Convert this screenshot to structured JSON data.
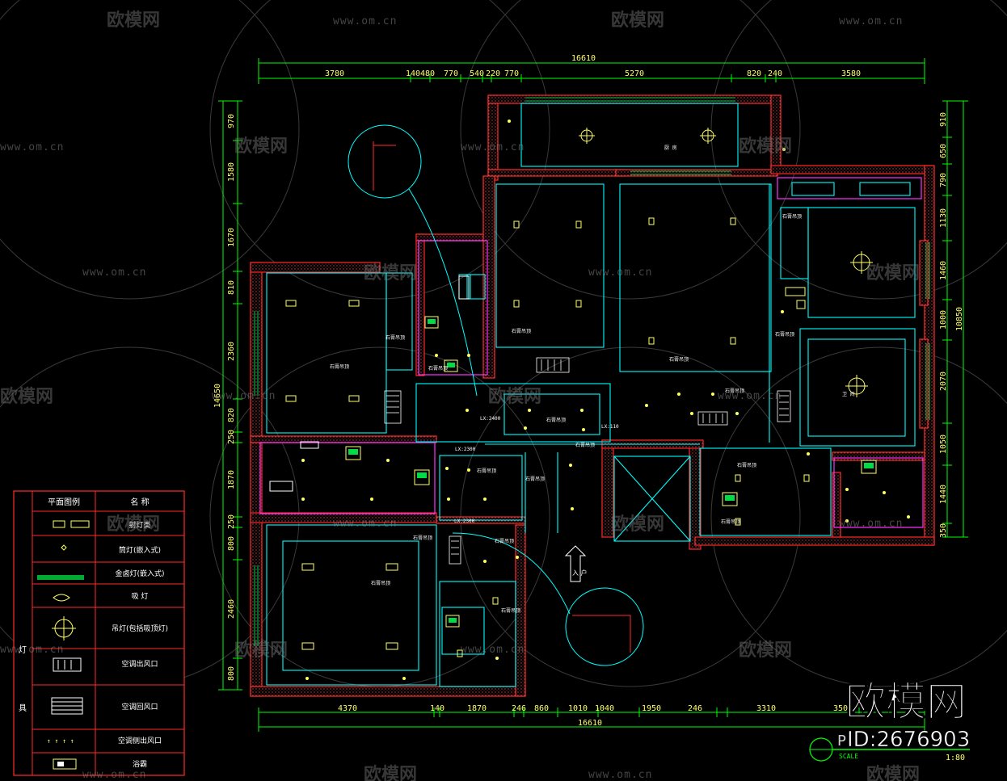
{
  "dims_top": [
    "16610",
    "3780",
    "140480",
    "770",
    "540",
    "220",
    "770",
    "5270",
    "820",
    "240",
    "3580"
  ],
  "dims_bottom": [
    "4370",
    "140",
    "1870",
    "246",
    "860",
    "1010",
    "1040",
    "1950",
    "246",
    "3310",
    "350",
    "16610"
  ],
  "dims_left": [
    "970",
    "1580",
    "1670",
    "810",
    "2360",
    "820",
    "250",
    "1870",
    "250",
    "800",
    "2460",
    "800",
    "14650"
  ],
  "dims_right": [
    "910",
    "650",
    "790",
    "1130",
    "1460",
    "1000",
    "2070",
    "1050",
    "1440",
    "350",
    "10850"
  ],
  "room_labels": {
    "tag1": "石膏吊顶",
    "tag_kitchen": "厨 房",
    "tag_bath": "卫 间",
    "entry": "入 户",
    "lx1": "LX:2400",
    "lx2": "LX:2300",
    "lx3": "LX:2300",
    "lx4": "LX:110"
  },
  "legend": {
    "header_left": "平面图例",
    "header_right": "名 称",
    "side_label_1": "灯",
    "side_label_2": "具",
    "rows": [
      "射灯类",
      "筒灯(嵌入式)",
      "金卤灯(嵌入式)",
      "吸 灯",
      "吊灯(包括吸顶灯)",
      "空调出风口",
      "空调回风口",
      "空调侧出风口",
      "浴霸"
    ]
  },
  "title_block": {
    "prefix": "P",
    "scale_label": "SCALE",
    "scale": "1:80"
  },
  "watermark": {
    "brand": "欧模网",
    "url": "www.om.cn",
    "id": "ID:2676903"
  },
  "colors": {
    "wall": "#ff2a2a",
    "ceiling": "#00ffff",
    "dim": "#00ff00",
    "text": "#ffff66",
    "magenta": "#ff33ff"
  }
}
